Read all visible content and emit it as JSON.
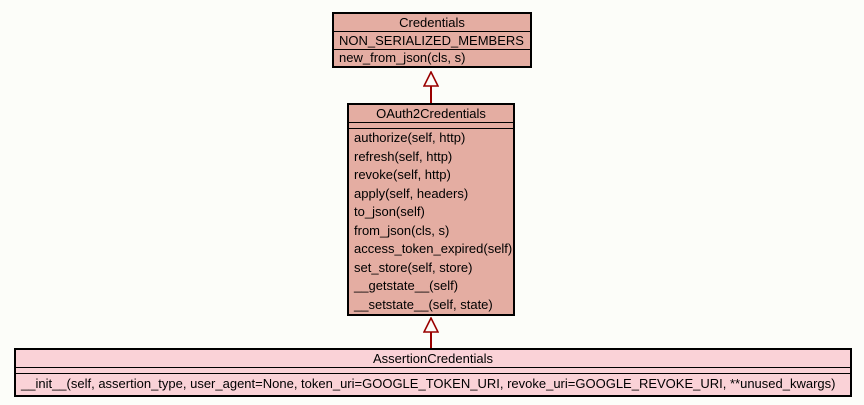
{
  "colors": {
    "background": "#fcfdf9",
    "class_fill_dark": "#e4ada2",
    "class_fill_light": "#fad2d7",
    "border": "#000000",
    "arrow": "#990000",
    "text": "#000000"
  },
  "classes": [
    {
      "name": "Credentials",
      "attributes": [
        "NON_SERIALIZED_MEMBERS"
      ],
      "methods": [
        "new_from_json(cls, s)"
      ]
    },
    {
      "name": "OAuth2Credentials",
      "attributes": [],
      "methods": [
        "authorize(self, http)",
        "refresh(self, http)",
        "revoke(self, http)",
        "apply(self, headers)",
        "to_json(self)",
        "from_json(cls, s)",
        "access_token_expired(self)",
        "set_store(self, store)",
        "__getstate__(self)",
        "__setstate__(self, state)"
      ]
    },
    {
      "name": "AssertionCredentials",
      "attributes": [],
      "methods": [
        "__init__(self, assertion_type, user_agent=None, token_uri=GOOGLE_TOKEN_URI, revoke_uri=GOOGLE_REVOKE_URI, **unused_kwargs)"
      ]
    }
  ],
  "relations": [
    {
      "type": "inheritance",
      "from": "OAuth2Credentials",
      "to": "Credentials"
    },
    {
      "type": "inheritance",
      "from": "AssertionCredentials",
      "to": "OAuth2Credentials"
    }
  ]
}
